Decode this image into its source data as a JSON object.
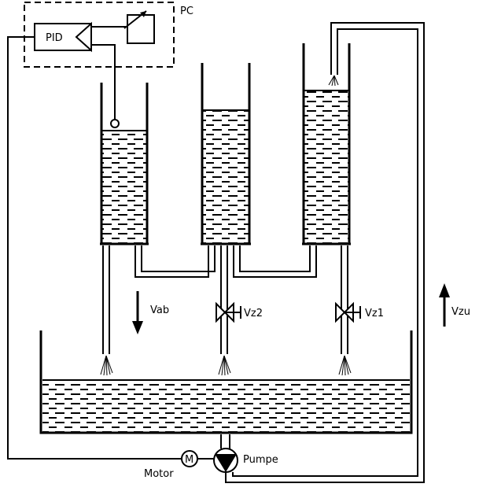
{
  "labels": {
    "pc": "PC",
    "pid": "PID",
    "vab": "Vab",
    "vz2": "Vz2",
    "vz1": "Vz1",
    "vzu": "Vzu",
    "pump": "Pumpe",
    "motor": "Motor",
    "motor_symbol": "M"
  },
  "colors": {
    "line": "#000000",
    "background": "#ffffff"
  }
}
